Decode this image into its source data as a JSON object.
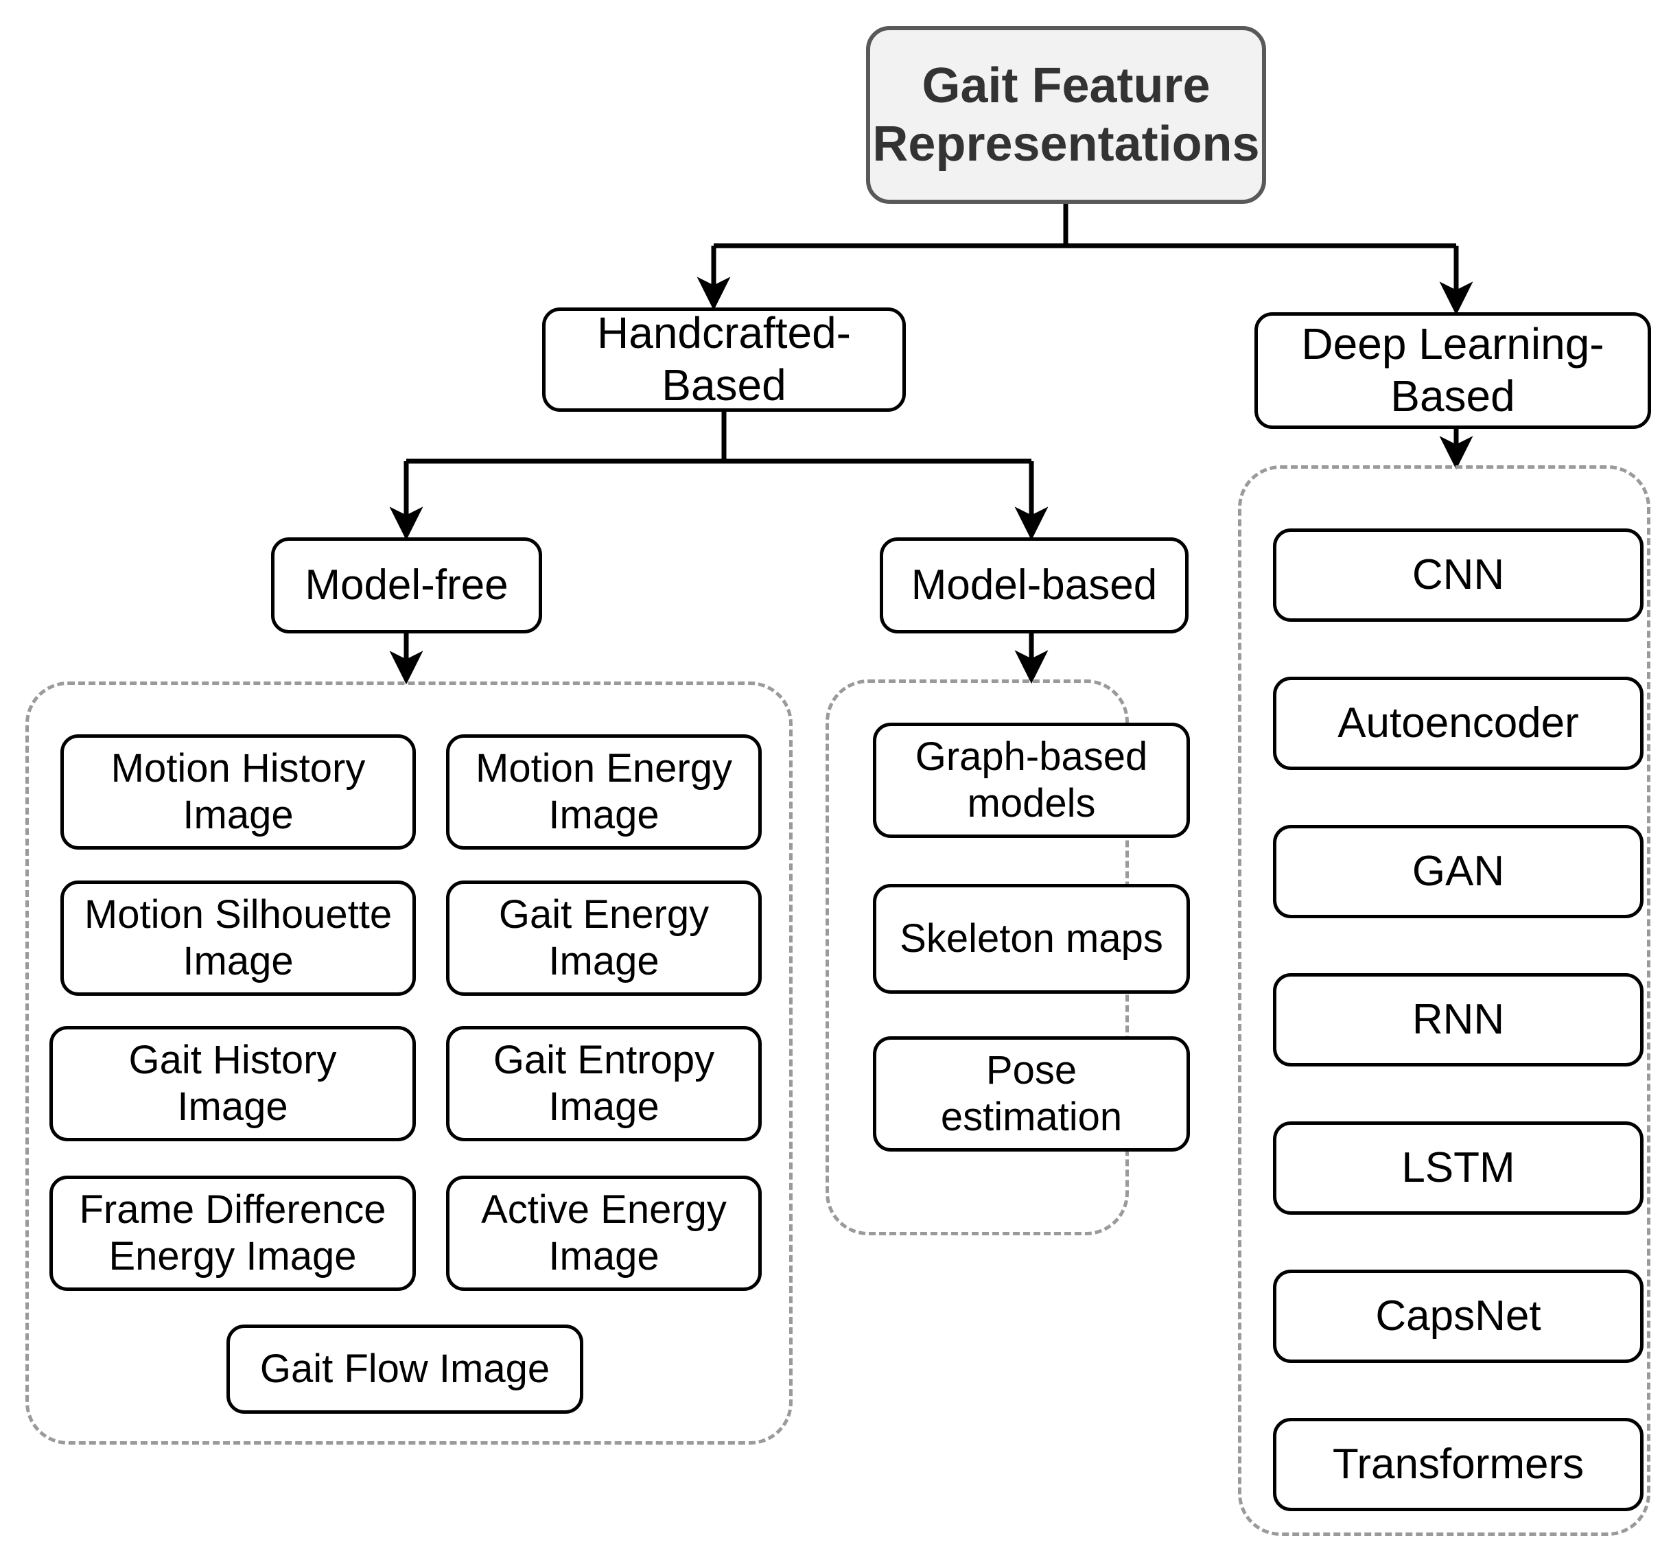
{
  "diagram": {
    "title": "Gait Feature Representations taxonomy",
    "root": {
      "label": "Gait Feature\nRepresentations",
      "line1": "Gait Feature",
      "line2": "Representations"
    },
    "branches": {
      "handcrafted": {
        "line1": "Handcrafted-",
        "line2": "Based"
      },
      "deep_learning": {
        "line1": "Deep Learning-",
        "line2": "Based"
      }
    },
    "subbranches": {
      "model_free": {
        "label": "Model-free"
      },
      "model_based": {
        "label": "Model-based"
      }
    },
    "model_free_items": [
      {
        "line1": "Motion History",
        "line2": "Image"
      },
      {
        "line1": "Motion Energy",
        "line2": "Image"
      },
      {
        "line1": "Motion Silhouette",
        "line2": "Image"
      },
      {
        "line1": "Gait Energy",
        "line2": "Image"
      },
      {
        "line1": "Gait History",
        "line2": "Image"
      },
      {
        "line1": "Gait Entropy",
        "line2": "Image"
      },
      {
        "line1": "Frame Difference",
        "line2": "Energy Image"
      },
      {
        "line1": "Active Energy",
        "line2": "Image"
      },
      {
        "line1": "Gait Flow Image",
        "line2": ""
      }
    ],
    "model_based_items": [
      {
        "line1": "Graph-based",
        "line2": "models"
      },
      {
        "line1": "Skeleton maps",
        "line2": ""
      },
      {
        "line1": "Pose",
        "line2": "estimation"
      }
    ],
    "deep_learning_items": [
      {
        "label": "CNN"
      },
      {
        "label": "Autoencoder"
      },
      {
        "label": "GAN"
      },
      {
        "label": "RNN"
      },
      {
        "label": "LSTM"
      },
      {
        "label": "CapsNet"
      },
      {
        "label": "Transformers"
      }
    ],
    "colors": {
      "root_fill": "#f2f2f2",
      "root_border": "#595959",
      "root_text": "#333333",
      "node_border": "#000000",
      "node_fill": "#ffffff",
      "group_border": "#9a9a9a",
      "edge": "#000000",
      "background": "#ffffff"
    }
  }
}
